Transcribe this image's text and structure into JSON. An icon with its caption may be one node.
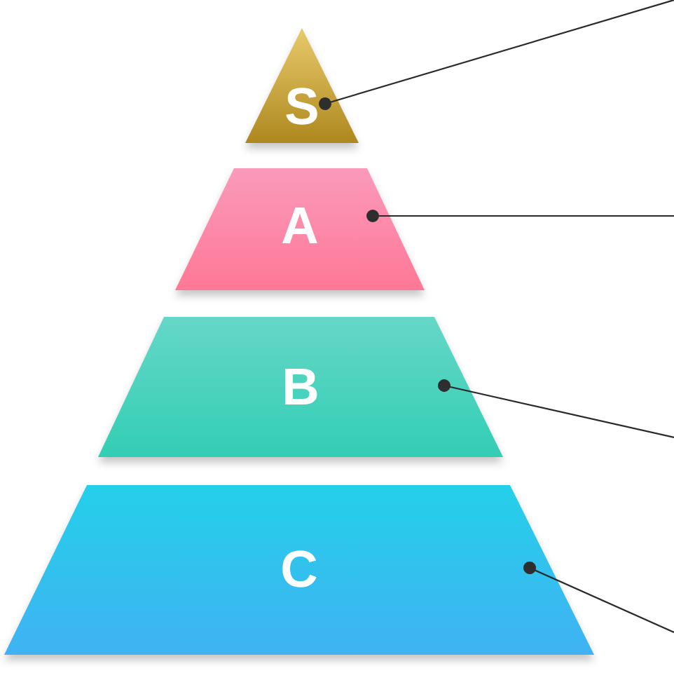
{
  "diagram": {
    "nodes": [
      {
        "text": [
          "S"
        ]
      },
      {
        "text": [
          "A"
        ]
      },
      {
        "text": [
          "B"
        ]
      },
      {
        "text": [
          "C"
        ]
      }
    ],
    "edges": [
      {
        "from": 0,
        "to": null,
        "arrow": "other"
      },
      {
        "from": 1,
        "to": null,
        "arrow": "other"
      },
      {
        "from": 2,
        "to": null,
        "arrow": "other"
      },
      {
        "from": 3,
        "to": null,
        "arrow": "other"
      }
    ]
  }
}
